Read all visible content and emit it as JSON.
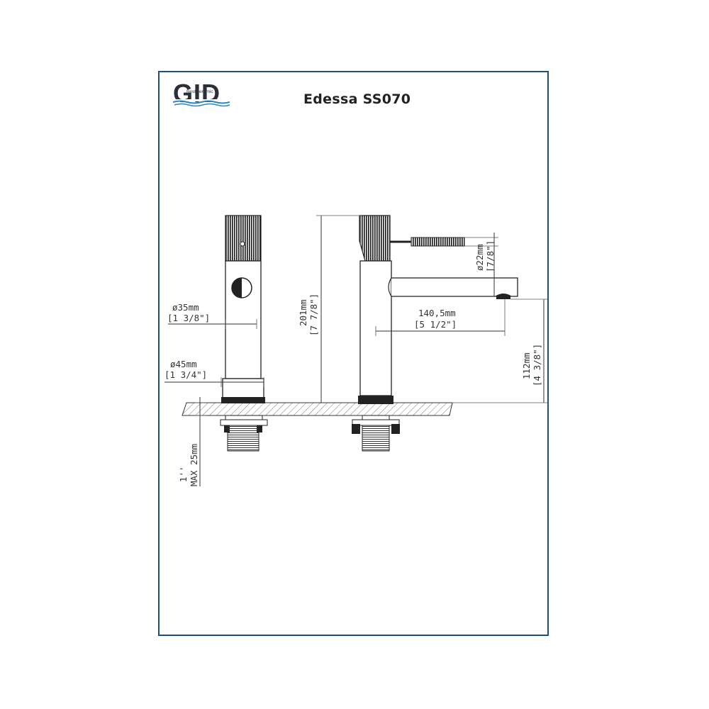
{
  "header": {
    "logo_text": "GID",
    "logo_tagline": "Best ceramic",
    "title": "Edessa SS070"
  },
  "front_view": {
    "body_diameter": "ø35mm",
    "body_diameter_in": "[1 3/8\"]",
    "base_diameter": "ø45mm",
    "base_diameter_in": "[1 3/4\"]",
    "mount_max_label": "1''",
    "mount_max": "MAX 25mm"
  },
  "side_view": {
    "height": "201mm",
    "height_in": "[7 7/8\"]",
    "handle_diameter": "ø22mm",
    "handle_diameter_in": "[7/8\"]",
    "reach": "140,5mm",
    "reach_in": "[5 1/2\"]",
    "spout_height": "112mm",
    "spout_height_in": "[4 3/8\"]"
  },
  "colors": {
    "frame": "#1f4e79",
    "logo_dark": "#2b2f3a",
    "logo_blue": "#2e86c1"
  }
}
